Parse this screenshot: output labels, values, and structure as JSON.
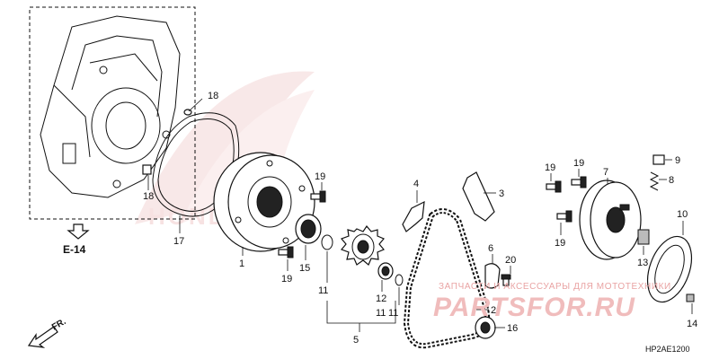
{
  "callouts": {
    "c1": "1",
    "c2": "2",
    "c3": "3",
    "c4": "4",
    "c5": "5",
    "c6": "6",
    "c7": "7",
    "c8": "8",
    "c9": "9",
    "c10": "10",
    "c11a": "11",
    "c11b": "11",
    "c11c": "11",
    "c12": "12",
    "c13": "13",
    "c14": "14",
    "c15": "15",
    "c16": "16",
    "c17": "17",
    "c18a": "18",
    "c18b": "18",
    "c19a": "19",
    "c19b": "19",
    "c19c": "19",
    "c19d": "19",
    "c19e": "19",
    "c20": "20"
  },
  "reference": "E-14",
  "direction_label": "FR.",
  "diagram_code": "HP2AE1200",
  "watermark": {
    "tagline": "ЗАПЧАСТИ И АКСЕССУАРЫ ДЛЯ МОТОТЕХНИКИ",
    "logo": "PARTSFOR.RU",
    "background_brand": "HONDA"
  }
}
